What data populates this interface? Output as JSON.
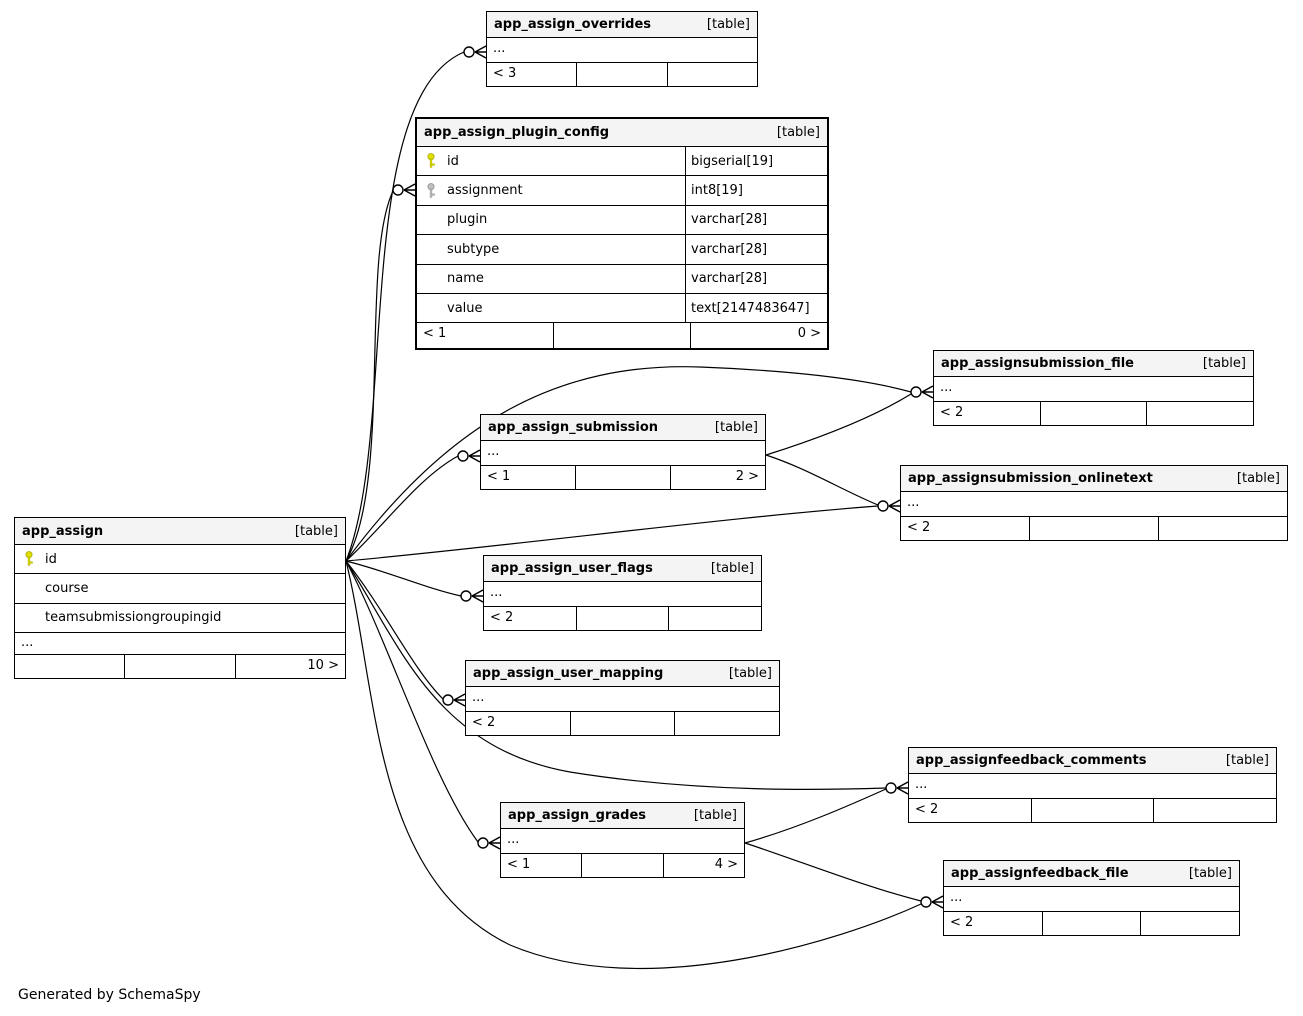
{
  "table_tag": "[table]",
  "generated_by": "Generated by SchemaSpy",
  "colors": {
    "header_bg": "#f4f4f4",
    "border": "#000000",
    "primary_key": "#e0e000",
    "foreign_key": "#c0c0c0"
  },
  "tables": {
    "overrides": {
      "name": "app_assign_overrides",
      "dots": "...",
      "footer_left": "< 3",
      "footer_right": ""
    },
    "plugin_config": {
      "name": "app_assign_plugin_config",
      "footer_left": "< 1",
      "footer_right": "0 >",
      "columns": [
        {
          "name": "id",
          "type": "bigserial[19]",
          "key": "primary"
        },
        {
          "name": "assignment",
          "type": "int8[19]",
          "key": "foreign"
        },
        {
          "name": "plugin",
          "type": "varchar[28]",
          "key": ""
        },
        {
          "name": "subtype",
          "type": "varchar[28]",
          "key": ""
        },
        {
          "name": "name",
          "type": "varchar[28]",
          "key": ""
        },
        {
          "name": "value",
          "type": "text[2147483647]",
          "key": ""
        }
      ]
    },
    "submission_file": {
      "name": "app_assignsubmission_file",
      "dots": "...",
      "footer_left": "< 2",
      "footer_right": ""
    },
    "submission": {
      "name": "app_assign_submission",
      "dots": "...",
      "footer_left": "< 1",
      "footer_right": "2 >"
    },
    "submission_onlinetext": {
      "name": "app_assignsubmission_onlinetext",
      "dots": "...",
      "footer_left": "< 2",
      "footer_right": ""
    },
    "assign": {
      "name": "app_assign",
      "dots": "...",
      "footer_left": "",
      "footer_right": "10 >",
      "columns": [
        {
          "name": "id",
          "key": "primary"
        },
        {
          "name": "course",
          "key": ""
        },
        {
          "name": "teamsubmissiongroupingid",
          "key": ""
        }
      ]
    },
    "user_flags": {
      "name": "app_assign_user_flags",
      "dots": "...",
      "footer_left": "< 2",
      "footer_right": ""
    },
    "user_mapping": {
      "name": "app_assign_user_mapping",
      "dots": "...",
      "footer_left": "< 2",
      "footer_right": ""
    },
    "feedback_comments": {
      "name": "app_assignfeedback_comments",
      "dots": "...",
      "footer_left": "< 2",
      "footer_right": ""
    },
    "grades": {
      "name": "app_assign_grades",
      "dots": "...",
      "footer_left": "< 1",
      "footer_right": "4 >"
    },
    "feedback_file": {
      "name": "app_assignfeedback_file",
      "dots": "...",
      "footer_left": "< 2",
      "footer_right": ""
    }
  },
  "relationships": [
    {
      "parent": "app_assign",
      "child": "app_assign_overrides"
    },
    {
      "parent": "app_assign",
      "child": "app_assign_plugin_config"
    },
    {
      "parent": "app_assign",
      "child": "app_assignsubmission_file"
    },
    {
      "parent": "app_assign",
      "child": "app_assign_submission"
    },
    {
      "parent": "app_assign",
      "child": "app_assignsubmission_onlinetext"
    },
    {
      "parent": "app_assign",
      "child": "app_assign_user_flags"
    },
    {
      "parent": "app_assign",
      "child": "app_assign_user_mapping"
    },
    {
      "parent": "app_assign",
      "child": "app_assignfeedback_comments"
    },
    {
      "parent": "app_assign",
      "child": "app_assign_grades"
    },
    {
      "parent": "app_assign",
      "child": "app_assignfeedback_file"
    },
    {
      "parent": "app_assign_submission",
      "child": "app_assignsubmission_file"
    },
    {
      "parent": "app_assign_submission",
      "child": "app_assignsubmission_onlinetext"
    },
    {
      "parent": "app_assign_grades",
      "child": "app_assignfeedback_comments"
    },
    {
      "parent": "app_assign_grades",
      "child": "app_assignfeedback_file"
    }
  ]
}
